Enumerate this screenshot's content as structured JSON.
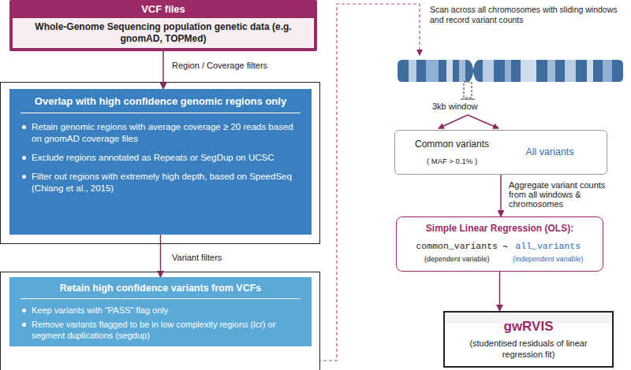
{
  "diagram": {
    "nodes": [
      {
        "text": [
          "VCF files",
          "Whole-Genome Sequencing population genetic data (e.g. gnomAD, TOPMed)"
        ]
      },
      {
        "text": [
          "Overlap with high confidence genomic regions only",
          "Retain genomic regions with average coverage ≥ 20 reads based on gnomAD coverage files",
          "Exclude regions annotated as Repeats or SegDup on UCSC",
          "Filter out regions with extremely high depth, based on SpeedSeq (Chiang et al., 2015)"
        ]
      },
      {
        "text": [
          "Retain high confidence variants from VCFs",
          "Keep variants with \"PASS\" flag only",
          "Remove variants flagged to be in low complexity regions (lcr) or segment duplications (segdup)"
        ]
      },
      {
        "text": [
          "Common variants",
          "( MAF > 0.1% )",
          "All variants"
        ]
      },
      {
        "text": [
          "Simple Linear Regression (OLS):",
          "common_variants",
          "~",
          "all_variants",
          "(dependent variable)",
          "(independent variable)"
        ]
      },
      {
        "text": [
          "gwRVIS",
          "(studentised residuals of linear regression fit)"
        ]
      }
    ],
    "edges": [
      {
        "from": 0,
        "to": 1,
        "label": "Region / Coverage filters",
        "arrow": "to"
      },
      {
        "from": 1,
        "to": 2,
        "label": "Variant filters",
        "arrow": "to"
      },
      {
        "from": 3,
        "to": 4,
        "label": "Aggregate variant counts from all windows & chromosomes",
        "arrow": "to"
      },
      {
        "from": 4,
        "to": 5,
        "arrow": "to"
      }
    ],
    "labels": [
      "Scan across all chromosomes with sliding windows and record variant counts",
      "3kb window"
    ]
  }
}
